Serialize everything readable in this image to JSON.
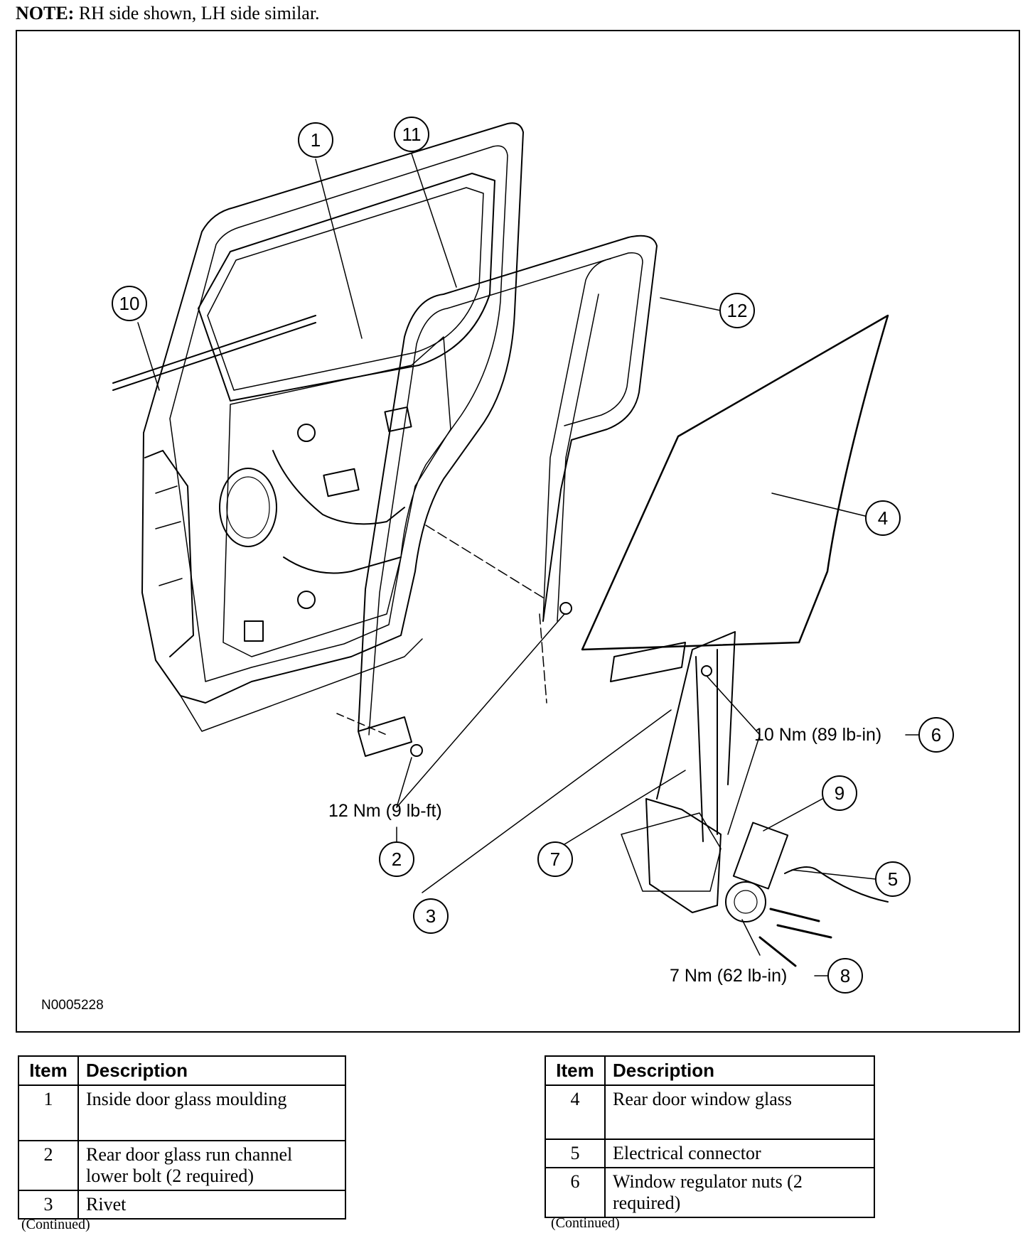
{
  "note": {
    "label": "NOTE:",
    "text": " RH side shown, LH side similar."
  },
  "figure": {
    "id": "N0005228",
    "callouts": [
      {
        "num": "1"
      },
      {
        "num": "2"
      },
      {
        "num": "3"
      },
      {
        "num": "4"
      },
      {
        "num": "5"
      },
      {
        "num": "6"
      },
      {
        "num": "7"
      },
      {
        "num": "8"
      },
      {
        "num": "9"
      },
      {
        "num": "10"
      },
      {
        "num": "11"
      },
      {
        "num": "12"
      }
    ],
    "torques": {
      "t2": "12 Nm (9 lb-ft)",
      "t6": "10 Nm (89 lb-in)",
      "t8": "7 Nm (62 lb-in)"
    }
  },
  "table_headers": {
    "item": "Item",
    "description": "Description"
  },
  "table_left": [
    {
      "item": "1",
      "description": "Inside door glass moulding"
    },
    {
      "item": "2",
      "description": "Rear door glass run channel lower bolt (2 required)"
    },
    {
      "item": "3",
      "description": "Rivet"
    }
  ],
  "table_right": [
    {
      "item": "4",
      "description": "Rear door window glass"
    },
    {
      "item": "5",
      "description": "Electrical connector"
    },
    {
      "item": "6",
      "description": "Window regulator nuts (2 required)"
    }
  ],
  "continued": "(Continued)"
}
